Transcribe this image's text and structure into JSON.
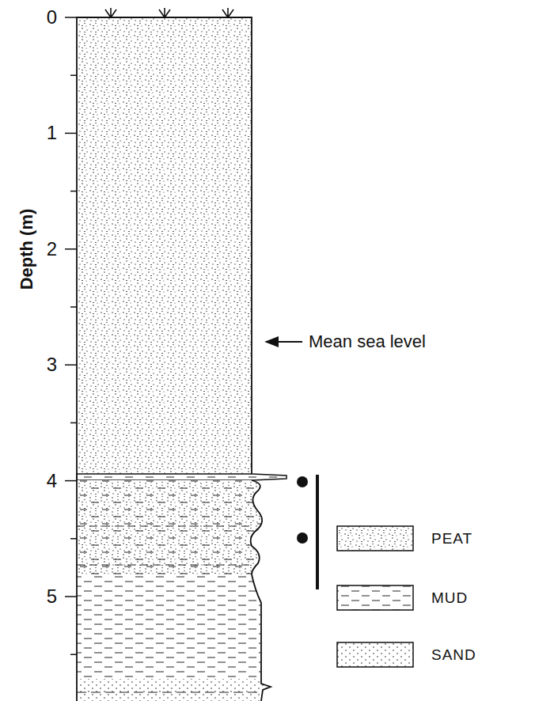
{
  "diagram": {
    "labels": [
      "Depth (m)",
      "0",
      "1",
      "2",
      "3",
      "4",
      "5",
      "Mean sea level"
    ],
    "legend": [
      {
        "text": "PEAT"
      },
      {
        "text": "MUD"
      },
      {
        "text": "SAND"
      }
    ]
  }
}
